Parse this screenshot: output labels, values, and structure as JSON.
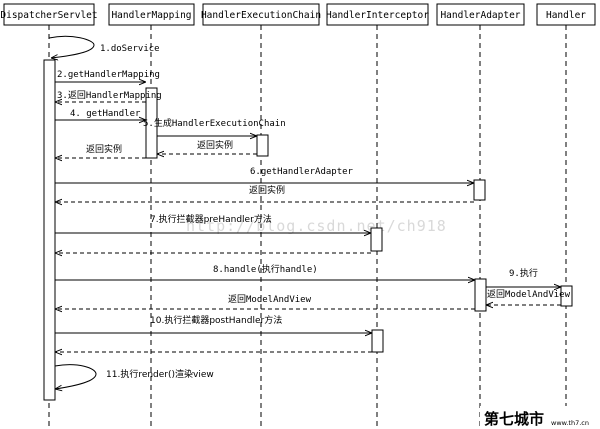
{
  "participants": [
    {
      "id": "ds",
      "label": "DispatcherServlet"
    },
    {
      "id": "hm",
      "label": "HandlerMapping"
    },
    {
      "id": "hec",
      "label": "HandlerExecutionChain"
    },
    {
      "id": "hi",
      "label": "HandlerInterceptor"
    },
    {
      "id": "ha",
      "label": "HandlerAdapter"
    },
    {
      "id": "h",
      "label": "Handler"
    }
  ],
  "messages": [
    {
      "label": "1.doService",
      "from": "ds",
      "to": "ds",
      "kind": "self"
    },
    {
      "label": "2.getHandlerMapping",
      "from": "ds",
      "to": "hm",
      "kind": "call"
    },
    {
      "label": "3.返回HandlerMapping",
      "from": "hm",
      "to": "ds",
      "kind": "return"
    },
    {
      "label": "4. getHandler",
      "from": "ds",
      "to": "hm",
      "kind": "call"
    },
    {
      "label": "5.生成HandlerExecutionChain",
      "from": "hm",
      "to": "hec",
      "kind": "call"
    },
    {
      "label": "返回实例",
      "from": "hec",
      "to": "hm",
      "kind": "return"
    },
    {
      "label": "返回实例",
      "from": "hm",
      "to": "ds",
      "kind": "return"
    },
    {
      "label": "6.getHandlerAdapter",
      "from": "ds",
      "to": "ha",
      "kind": "call"
    },
    {
      "label": "返回实例",
      "from": "ha",
      "to": "ds",
      "kind": "return"
    },
    {
      "label": "7.执行拦截器preHandler方法",
      "from": "ds",
      "to": "hi",
      "kind": "call"
    },
    {
      "label": "",
      "from": "hi",
      "to": "ds",
      "kind": "return"
    },
    {
      "label": "8.handle(执行handle)",
      "from": "ds",
      "to": "ha",
      "kind": "call"
    },
    {
      "label": "9.执行",
      "from": "ha",
      "to": "h",
      "kind": "call"
    },
    {
      "label": "返回ModelAndView",
      "from": "h",
      "to": "ha",
      "kind": "return"
    },
    {
      "label": "返回ModelAndView",
      "from": "ha",
      "to": "ds",
      "kind": "return"
    },
    {
      "label": "10.执行拦截器postHandler方法",
      "from": "ds",
      "to": "hi",
      "kind": "call"
    },
    {
      "label": "",
      "from": "hi",
      "to": "ds",
      "kind": "return"
    },
    {
      "label": "11.执行render()渲染view",
      "from": "ds",
      "to": "ds",
      "kind": "self"
    }
  ],
  "watermark": "http://blog.csdn.net/ch918",
  "logo": {
    "main": "第七城市",
    "sub": "www.th7.cn"
  }
}
